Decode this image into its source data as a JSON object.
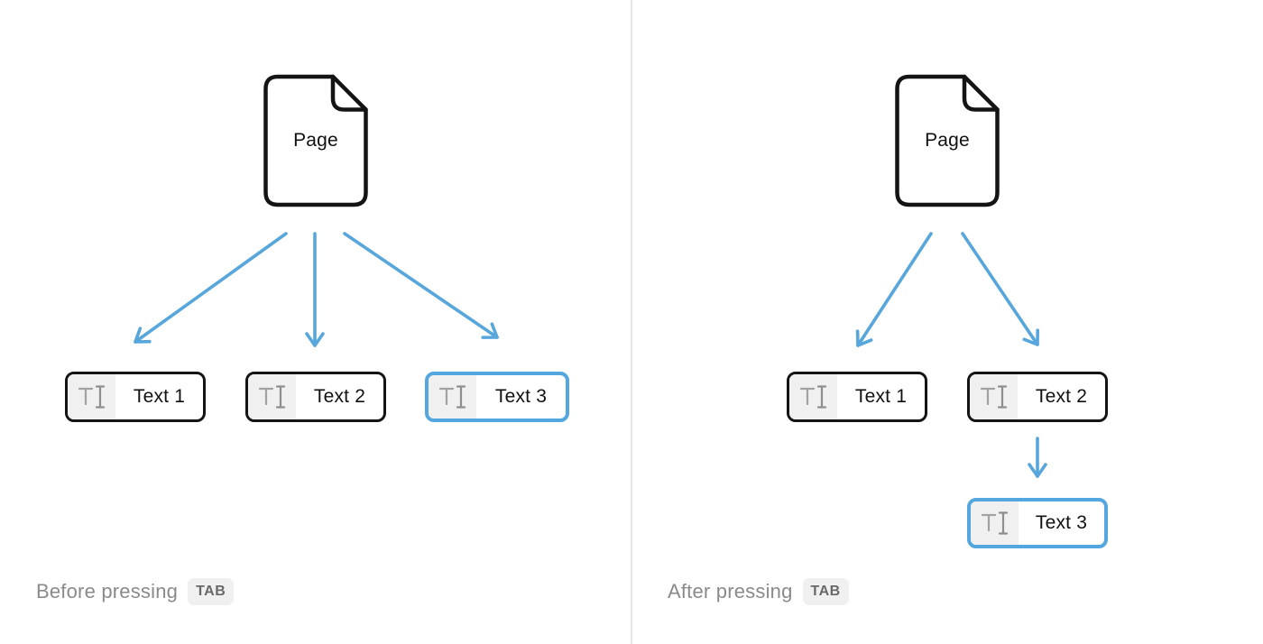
{
  "colors": {
    "background": "#ffffff",
    "divider": "#e6e6e6",
    "box_border": "#141414",
    "arrow": "#57a6dc",
    "highlight_border": "#53a7de",
    "icon_cell_bg": "#f0f0f0",
    "icon_gray": "#a2a2a2",
    "icon_gray_dark": "#8d8d8d",
    "caption_text": "#8a8a8a",
    "key_badge_bg": "#f0f0f0",
    "key_badge_text": "#696969"
  },
  "left": {
    "page_label": "Page",
    "nodes": [
      {
        "label": "Text 1",
        "highlighted": false
      },
      {
        "label": "Text 2",
        "highlighted": false
      },
      {
        "label": "Text 3",
        "highlighted": true
      }
    ],
    "caption_text": "Before pressing",
    "caption_key": "TAB"
  },
  "right": {
    "page_label": "Page",
    "nodes": [
      {
        "label": "Text 1",
        "highlighted": false
      },
      {
        "label": "Text 2",
        "highlighted": false
      },
      {
        "label": "Text 3",
        "highlighted": true
      }
    ],
    "caption_text": "After pressing",
    "caption_key": "TAB"
  }
}
